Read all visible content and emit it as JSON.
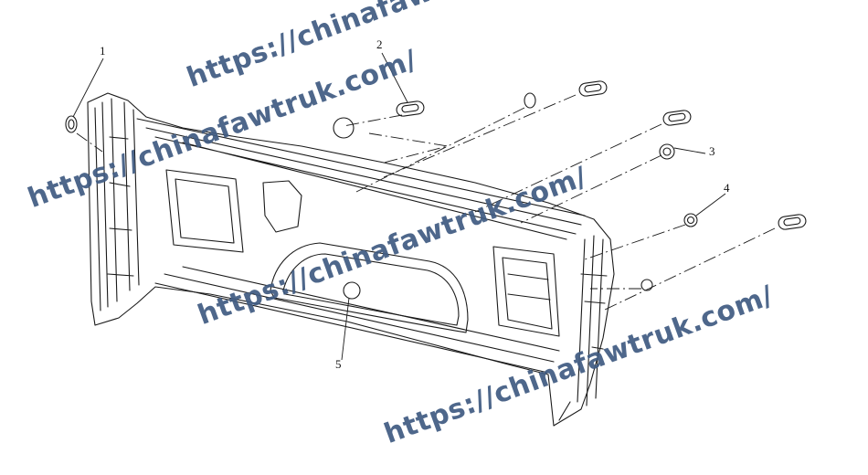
{
  "callouts": [
    "1",
    "2",
    "3",
    "4",
    "5"
  ],
  "watermark": "https://chinafawtruk.com/",
  "colors": {
    "line": "#1a1a1a",
    "watermark": "#3f5b82"
  }
}
